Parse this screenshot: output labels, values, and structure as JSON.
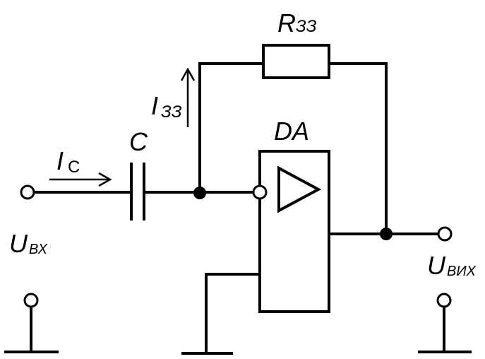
{
  "labels": {
    "feedback_resistor": {
      "main": "R",
      "sub": "ЗЗ"
    },
    "feedback_current": {
      "main": "I",
      "sub": "ЗЗ"
    },
    "capacitor": {
      "main": "C"
    },
    "input_current": {
      "main": "I",
      "sub": "C"
    },
    "opamp": {
      "main": "DA"
    },
    "input_voltage": {
      "main": "U",
      "sub": "ВХ"
    },
    "output_voltage": {
      "main": "U",
      "sub": "ВИХ"
    }
  },
  "colors": {
    "line": "#000000",
    "background": "#ffffff"
  }
}
